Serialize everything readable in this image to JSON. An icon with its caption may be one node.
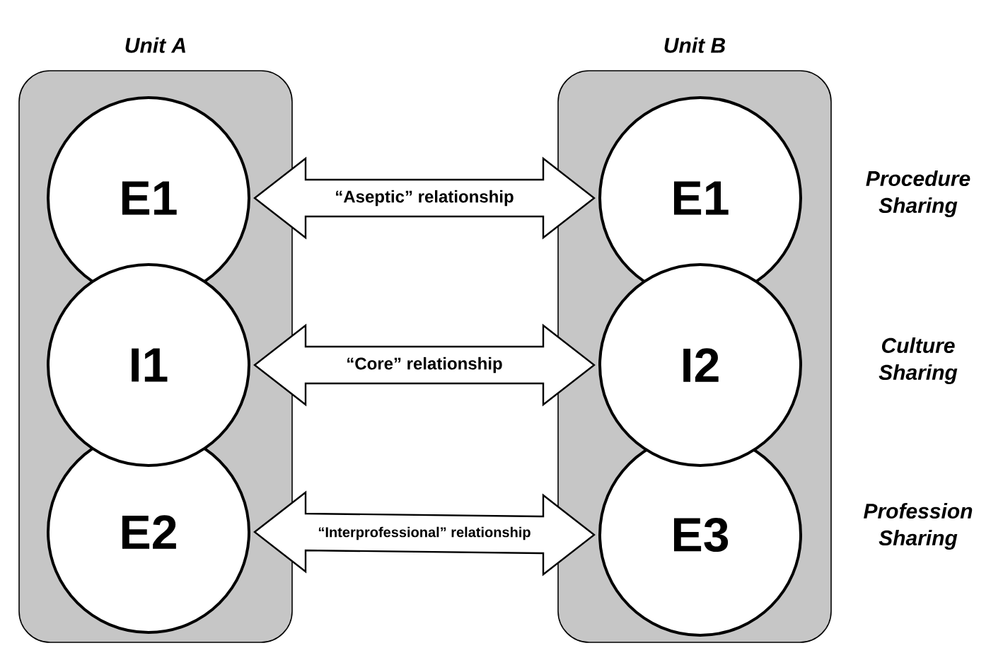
{
  "diagram": {
    "nodes": [
      {
        "text": [
          "Unit A"
        ]
      },
      {
        "text": [
          "E1"
        ],
        "in": 0
      },
      {
        "text": [
          "I1"
        ],
        "in": 0
      },
      {
        "text": [
          "E2"
        ],
        "in": 0
      },
      {
        "text": [
          "Unit B"
        ]
      },
      {
        "text": [
          "E1"
        ],
        "in": 4
      },
      {
        "text": [
          "I2"
        ],
        "in": 4
      },
      {
        "text": [
          "E3"
        ],
        "in": 4
      }
    ],
    "edges": [
      {
        "from": 1,
        "to": 5,
        "arrow": "both",
        "label": "“Aseptic” relationship"
      },
      {
        "from": 2,
        "to": 6,
        "arrow": "both",
        "label": "“Core” relationship"
      },
      {
        "from": 3,
        "to": 7,
        "arrow": "both",
        "label": "“Interprofessional” relationship"
      }
    ],
    "labels": [
      "Procedure Sharing",
      "Culture Sharing",
      "Profession Sharing"
    ]
  }
}
